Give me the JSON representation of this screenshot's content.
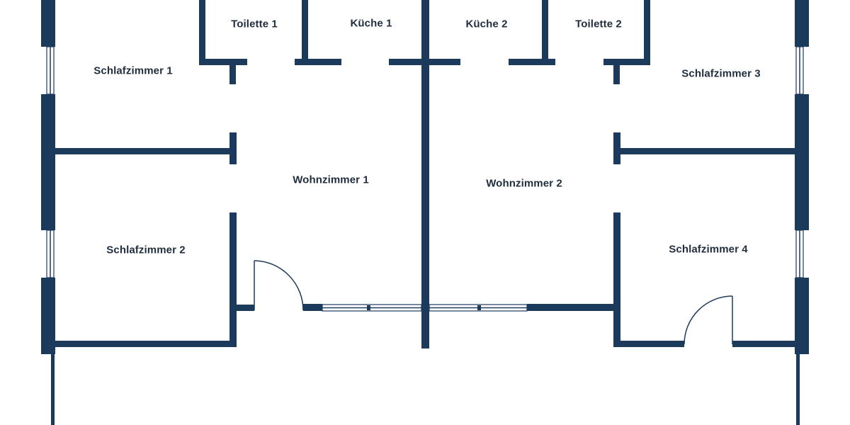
{
  "rooms": {
    "toilette_1": "Toilette 1",
    "kueche_1": "Küche 1",
    "kueche_2": "Küche 2",
    "toilette_2": "Toilette 2",
    "schlafzimmer_1": "Schlafzimmer 1",
    "schlafzimmer_3": "Schlafzimmer 3",
    "wohnzimmer_1": "Wohnzimmer 1",
    "wohnzimmer_2": "Wohnzimmer 2",
    "schlafzimmer_2": "Schlafzimmer 2",
    "schlafzimmer_4": "Schlafzimmer 4"
  },
  "colors": {
    "wall": "#1b3a5c",
    "background": "#ffffff",
    "label": "#1f2d3d"
  }
}
